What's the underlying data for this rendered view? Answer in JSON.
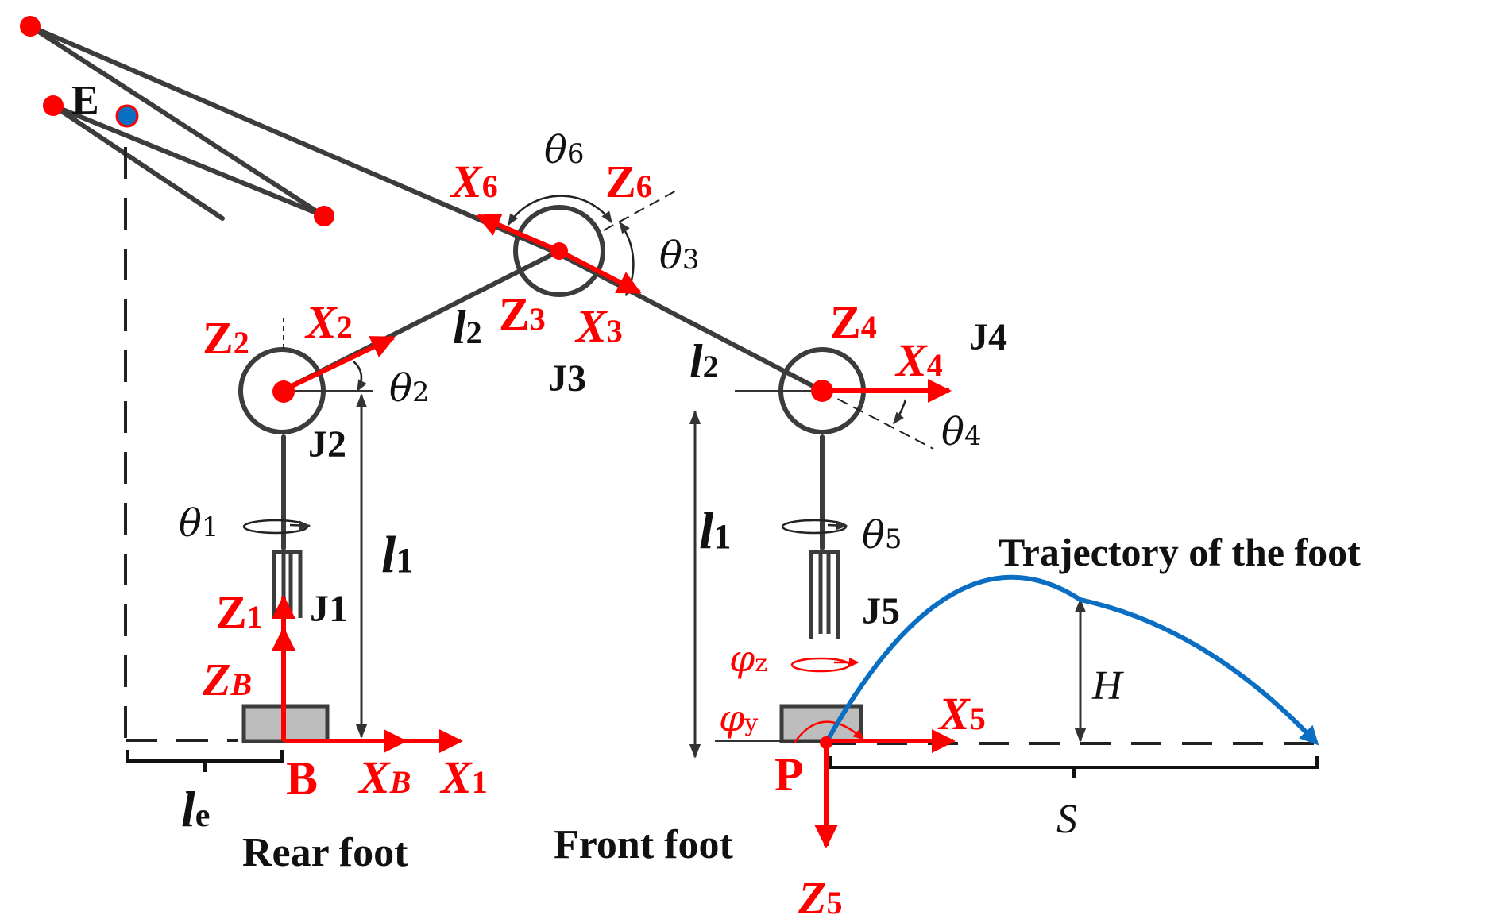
{
  "labels": {
    "E": "E",
    "B": "B",
    "P": "P",
    "XB_main": "X",
    "XB_sub": "B",
    "ZB_main": "Z",
    "ZB_sub": "B",
    "X1_main": "X",
    "X1_sub": "1",
    "Z1_main": "Z",
    "Z1_sub": "1",
    "X2_main": "X",
    "X2_sub": "2",
    "Z2_main": "Z",
    "Z2_sub": "2",
    "X3_main": "X",
    "X3_sub": "3",
    "Z3_main": "Z",
    "Z3_sub": "3",
    "X4_main": "X",
    "X4_sub": "4",
    "Z4_main": "Z",
    "Z4_sub": "4",
    "X5_main": "X",
    "X5_sub": "5",
    "Z5_main": "Z",
    "Z5_sub": "5",
    "X6_main": "X",
    "X6_sub": "6",
    "Z6_main": "Z",
    "Z6_sub": "6",
    "J1": "J1",
    "J2": "J2",
    "J3": "J3",
    "J4": "J4",
    "J5": "J5",
    "theta1_main": "θ",
    "theta1_sub": "1",
    "theta2_main": "θ",
    "theta2_sub": "2",
    "theta3_main": "θ",
    "theta3_sub": "3",
    "theta4_main": "θ",
    "theta4_sub": "4",
    "theta5_main": "θ",
    "theta5_sub": "5",
    "theta6_main": "θ",
    "theta6_sub": "6",
    "phi_z_main": "φ",
    "phi_z_sub": "z",
    "phi_y_main": "φ",
    "phi_y_sub": "y",
    "l1_left_main": "l",
    "l1_left_sub": "1",
    "l1_right_main": "l",
    "l1_right_sub": "1",
    "l2_left_main": "l",
    "l2_left_sub": "2",
    "l2_right_main": "l",
    "l2_right_sub": "2",
    "le_main": "l",
    "le_sub": "e",
    "H": "H",
    "S": "S",
    "rear_foot": "Rear foot",
    "front_foot": "Front foot",
    "trajectory": "Trajectory of  the foot"
  },
  "colors": {
    "axis_red": "#ff0000",
    "link_gray": "#3c3c3c",
    "trajectory_blue": "#0a6fc2",
    "foot_fill": "#bdbdbd"
  }
}
